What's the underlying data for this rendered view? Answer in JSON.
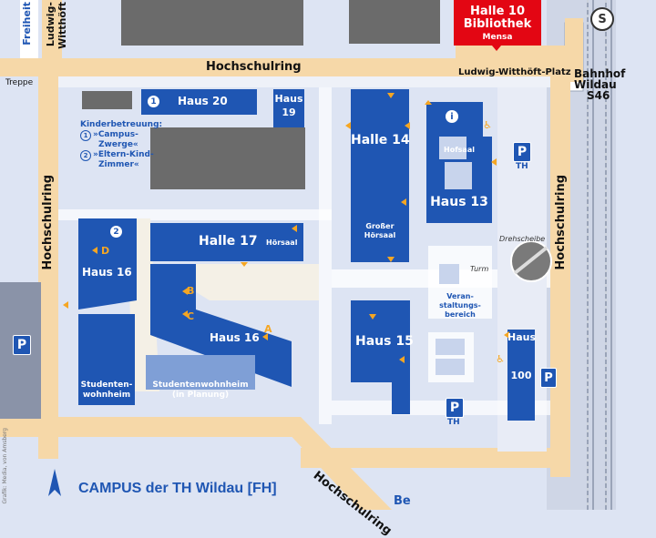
{
  "roads": {
    "hochschulring_top": "Hochschulring",
    "hochschulring_left": "Hochschulring",
    "hochschulring_right": "Hochschulring",
    "hochschulring_bottom": "Hochschulring",
    "ludwig_witthoeft_1": "Ludwig-",
    "ludwig_witthoeft_2": "Witthöft",
    "freiheit": "Freiheit",
    "treppe": "Treppe",
    "platz": "Ludwig-Witthöft-Platz",
    "be": "Be"
  },
  "buildings": {
    "halle10_line1": "Halle 10",
    "halle10_line2": "Bibliothek",
    "halle10_line3": "Mensa",
    "haus20": "Haus 20",
    "haus19_line1": "Haus",
    "haus19_line2": "19",
    "halle14": "Halle 14",
    "grosser_hoersaal_1": "Großer",
    "grosser_hoersaal_2": "Hörsaal",
    "hofsaal": "Hofsaal",
    "haus13": "Haus 13",
    "halle17": "Halle 17",
    "hoersaal": "Hörsaal",
    "haus16_a": "Haus 16",
    "haus16_b": "Haus 16",
    "haus15": "Haus 15",
    "haus100_line1": "Haus",
    "haus100_line2": "100",
    "studentenwohnheim_1": "Studenten-",
    "studentenwohnheim_2": "wohnheim",
    "studentenwohnheim_planung_1": "Studentenwohnheim",
    "studentenwohnheim_planung_2": "(in Planung)",
    "veranstaltung_1": "Veran-",
    "veranstaltung_2": "staltungs-",
    "veranstaltung_3": "bereich",
    "turm": "Turm",
    "drehscheibe": "Drehscheibe"
  },
  "kinderbetreuung": {
    "title": "Kinderbetreuung:",
    "item1_num": "1",
    "item1_line1": "»Campus-",
    "item1_line2": "Zwerge«",
    "item2_num": "2",
    "item2_line1": "»Eltern-Kind-",
    "item2_line2": "Zimmer«"
  },
  "markers": {
    "a": "A",
    "b": "B",
    "c": "C",
    "d": "D",
    "n1": "1",
    "n2": "2",
    "info": "i",
    "s_bahn": "S"
  },
  "parking": {
    "p_left": "P",
    "p_th": "P",
    "p_th_label": "TH",
    "p_bottom": "P",
    "p_bottom_label": "TH",
    "p_right": "P"
  },
  "station": {
    "line1": "Bahnhof",
    "line2": "Wildau",
    "line3": "S46"
  },
  "campus_title": "CAMPUS der TH Wildau [FH]",
  "credit": "Grafik: Media, von Amsberg",
  "colors": {
    "background": "#dde4f3",
    "road": "#f6d8a8",
    "building": "#1f56b3",
    "old_building": "#555555",
    "path": "#ffffff",
    "halle10": "#e30613",
    "arrow": "#f5a623"
  }
}
